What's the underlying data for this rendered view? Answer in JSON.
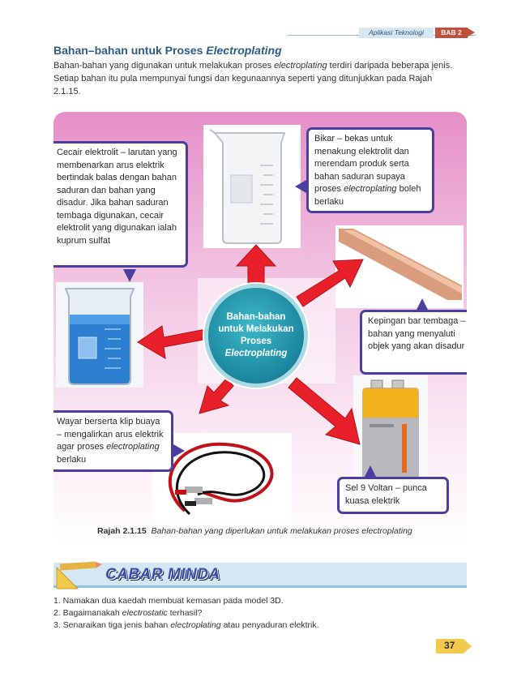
{
  "header": {
    "chapter_title": "Aplikasi Teknologi",
    "chapter_no": "BAB 2"
  },
  "section": {
    "title": "Bahan–bahan untuk Proses ",
    "title_italic": "Electroplating",
    "intro_1": "Bahan-bahan yang digunakan untuk melakukan proses ",
    "intro_it": "electroplating",
    "intro_2": " terdiri daripada beberapa jenis. Setiap bahan itu pula mempunyai fungsi dan kegunaannya seperti yang ditunjukkan pada Rajah 2.1.15."
  },
  "figure": {
    "hub_line1": "Bahan-bahan",
    "hub_line2": "untuk Melakukan",
    "hub_line3": "Proses",
    "hub_line4": "Electroplating",
    "cecair": "Cecair elektrolit – larutan yang membenarkan arus elektrik bertindak balas dengan bahan saduran dan bahan yang disadur. Jika bahan saduran tembaga digunakan, cecair elektrolit yang digunakan ialah kuprum sulfat",
    "bikar_1": "Bikar – bekas untuk menakung elektrolit dan merendam produk serta bahan saduran supaya proses ",
    "bikar_it": "electroplating",
    "bikar_2": " boleh berlaku",
    "kepingan": "Kepingan bar tembaga – bahan yang menyaluti objek yang akan disadur",
    "wayar_1": "Wayar berserta klip buaya – mengalirkan arus elektrik agar proses ",
    "wayar_it": "electroplating",
    "wayar_2": " berlaku",
    "sel": "Sel 9 Voltan – punca kuasa elektrik",
    "caption_label": "Rajah 2.1.15",
    "caption_text": "Bahan-bahan yang diperlukan untuk melakukan proses electroplating"
  },
  "cabar_minda": {
    "title": "CABAR MINDA",
    "q1": "1.  Namakan dua kaedah membuat kemasan pada model 3D.",
    "q2_a": "2.  Bagaimanakah ",
    "q2_it": "electrostatic",
    "q2_b": " terhasil?",
    "q3_a": "3.  Senaraikan tiga jenis bahan ",
    "q3_it": "electroplating",
    "q3_b": " atau penyaduran elektrik."
  },
  "page_number": "37",
  "colors": {
    "title_blue": "#2f5c85",
    "callout_border": "#4a3fa0",
    "arrow_red": "#e8202a",
    "hub_teal": "#1d8aa2",
    "bab_red": "#c0503a"
  }
}
